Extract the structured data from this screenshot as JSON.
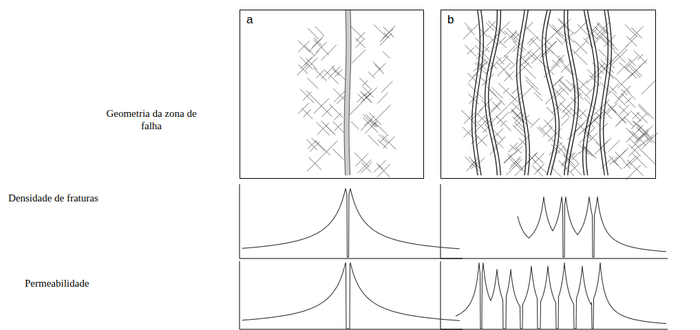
{
  "diagram": {
    "nodes": [
      {
        "text": [
          "a"
        ]
      },
      {
        "text": [
          "b"
        ]
      }
    ],
    "labels": [
      "Geometria da zona de falha",
      "Densidade de fraturas",
      "Permeabilidade"
    ]
  }
}
